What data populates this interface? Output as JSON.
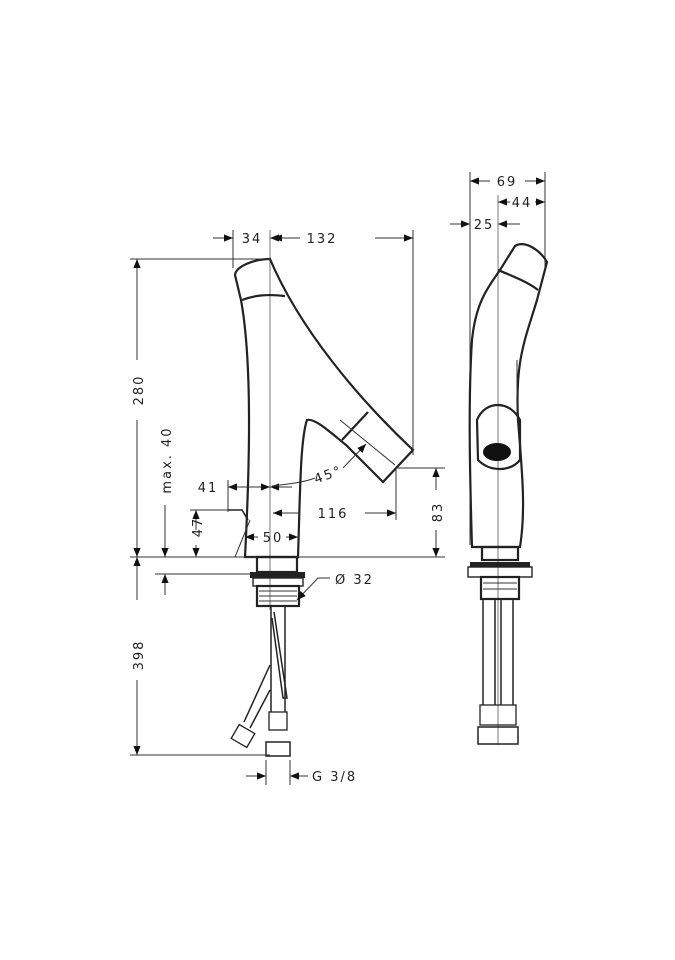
{
  "drawing": {
    "front_view": {
      "dim_spout_offset": "34",
      "dim_projection": "132",
      "dim_height": "280",
      "dim_max_thickness": "max. 40",
      "dim_lever_offset": "41",
      "dim_angle": "45°",
      "dim_lever_height": "47",
      "dim_base_width": "50",
      "dim_reach": "116",
      "dim_outlet_height": "83",
      "dim_thread_diameter": "Ø 32",
      "dim_hose_length": "398",
      "dim_connection": "G 3/8"
    },
    "side_view": {
      "dim_total_depth": "69",
      "dim_front_depth": "44",
      "dim_rear_depth": "25"
    }
  }
}
